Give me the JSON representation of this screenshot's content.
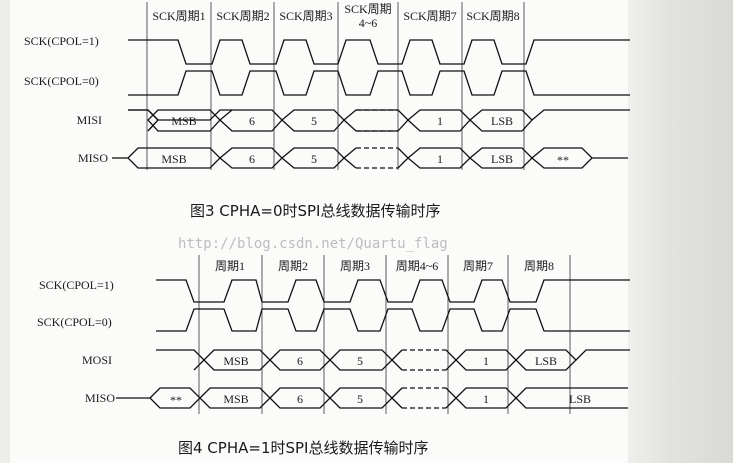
{
  "diagram1": {
    "periods": [
      "SCK周期1",
      "SCK周期2",
      "SCK周期3",
      "SCK周期",
      "4~6",
      "SCK周期7",
      "SCK周期8"
    ],
    "signals": [
      "SCK(CPOL=1)",
      "SCK(CPOL=0)",
      "MISI",
      "MISO"
    ],
    "mosi_bits": [
      "MSB",
      "6",
      "5",
      "1",
      "LSB"
    ],
    "miso_bits": [
      "MSB",
      "6",
      "5",
      "1",
      "LSB",
      "**"
    ],
    "caption": "图3   CPHA=0时SPI总线数据传输时序"
  },
  "diagram2": {
    "periods": [
      "周期1",
      "周期2",
      "周期3",
      "周期4~6",
      "周期7",
      "周期8"
    ],
    "signals": [
      "SCK(CPOL=1)",
      "SCK(CPOL=0)",
      "MOSI",
      "MISO"
    ],
    "mosi_bits": [
      "MSB",
      "6",
      "5",
      "1",
      "LSB"
    ],
    "miso_bits": [
      "**",
      "MSB",
      "6",
      "5",
      "1",
      "LSB"
    ],
    "caption": "图4   CPHA=1时SPI总线数据传输时序"
  },
  "watermark": "http://blog.csdn.net/Quartu_flag"
}
